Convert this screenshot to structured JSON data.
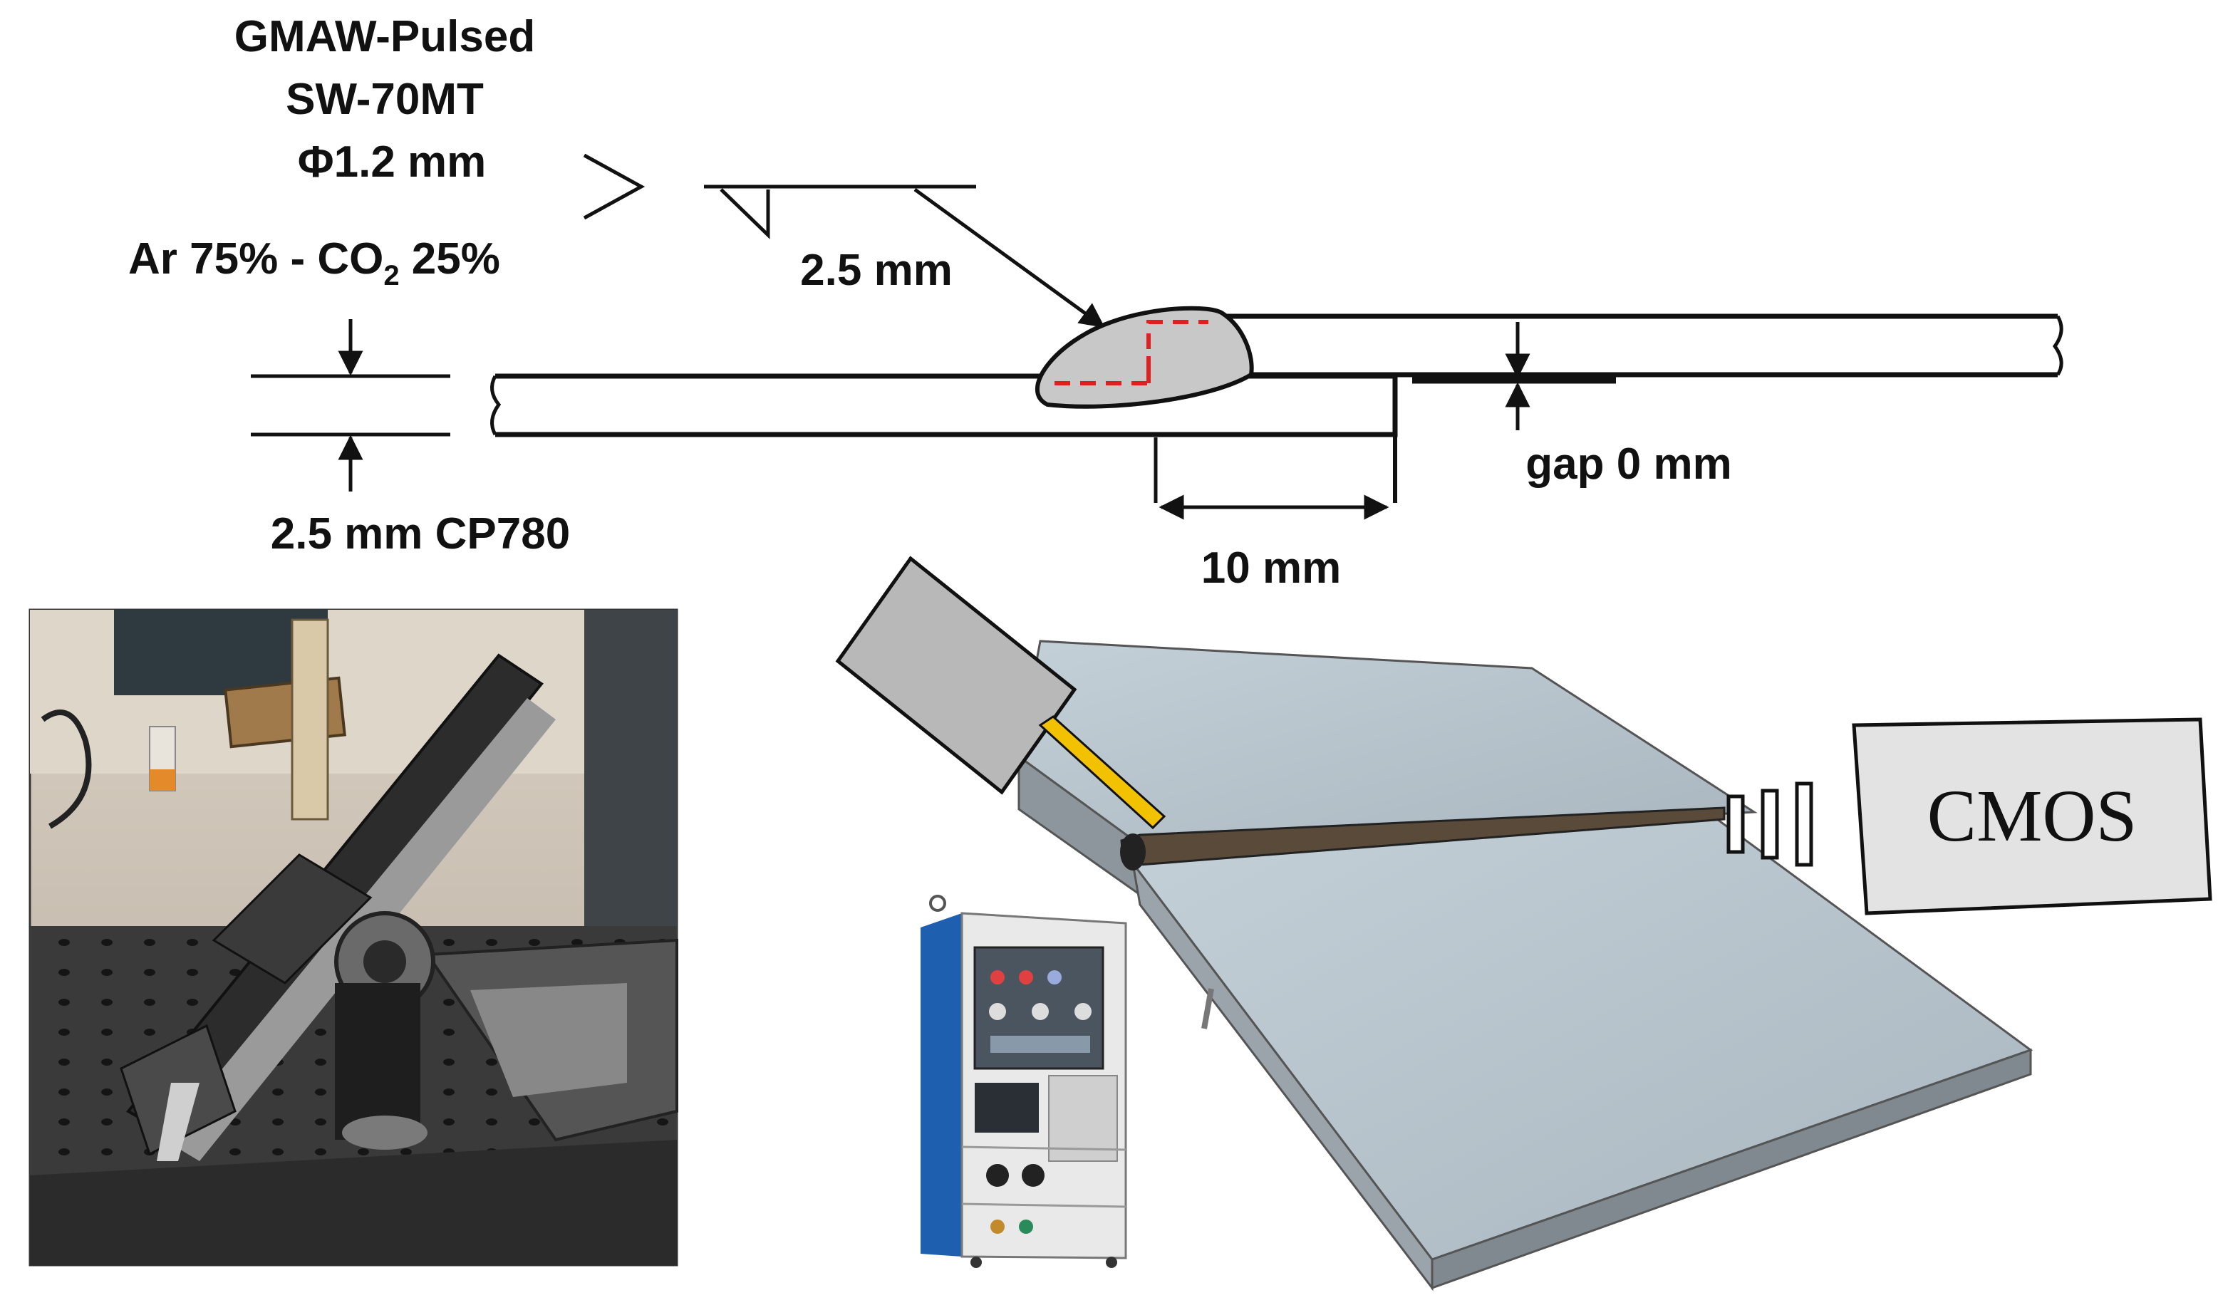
{
  "weld_spec": {
    "process": "GMAW-Pulsed",
    "wire": "SW-70MT",
    "diameter": "Φ1.2 mm",
    "gas_prefix": "Ar 75% - CO",
    "gas_subscript": "2",
    "gas_suffix": " 25%"
  },
  "symbol_leg": "2.5 mm",
  "thickness_label": "2.5 mm CP780",
  "overlap_label": "10 mm",
  "gap_label": "gap 0 mm",
  "camera_label": "CMOS",
  "colors": {
    "weld_bead": "#c8c8c8",
    "fusion_line": "#e02020",
    "torch_box": "#b8b8b8",
    "wire": "#f2c200",
    "plate_top": "#b9c6cf",
    "plate_side": "#8c969c",
    "power_source_blue": "#1f5fb0",
    "camera_box": "#e3e3e3"
  },
  "icons": [
    "welding-torch-icon",
    "welding-wire-icon",
    "cmos-camera-icon",
    "optical-filter-icon",
    "power-source-icon"
  ]
}
